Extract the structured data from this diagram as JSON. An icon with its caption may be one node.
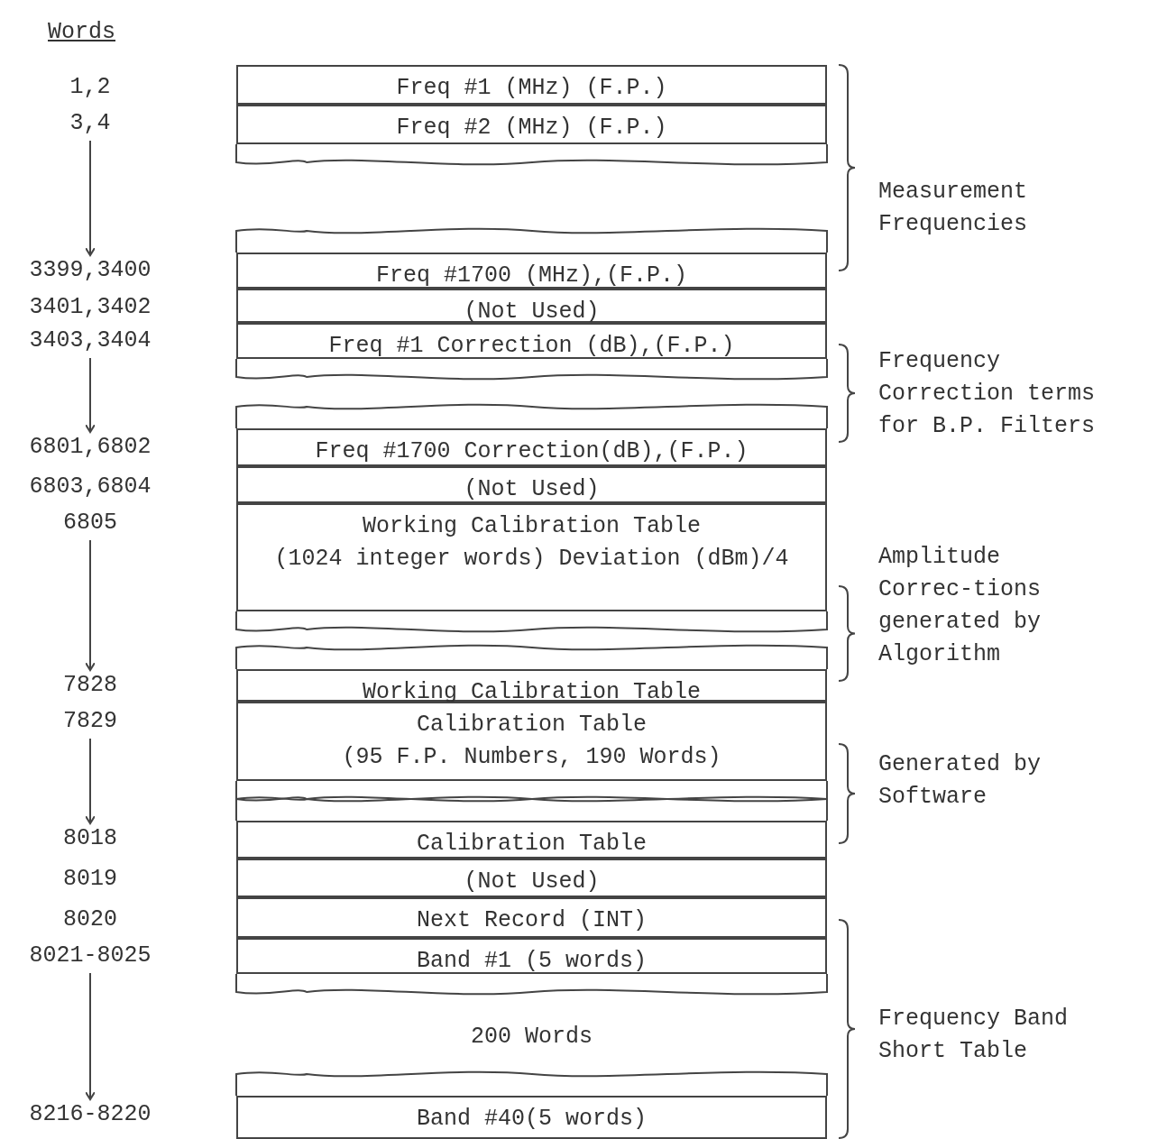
{
  "diagram": {
    "nodes": [
      {
        "text": [
          "Freq #1 (MHz) (F.P.)"
        ]
      },
      {
        "text": [
          "3,4"
        ]
      },
      {
        "text": [
          "Freq #2 (MHz) (F.P.)"
        ]
      },
      {
        "text": [
          "3399,3400"
        ]
      },
      {
        "text": [
          "Freq #1700 (MHz),(F.P.)"
        ]
      },
      {
        "text": [
          "(Not Used)"
        ]
      },
      {
        "text": [
          "3403,3404"
        ]
      },
      {
        "text": [
          "Freq #1 Correction (dB),(F.P.)"
        ]
      },
      {
        "text": [
          "6801,6802"
        ]
      },
      {
        "text": [
          "Freq #1700 Correction(dB),(F.P.)"
        ]
      },
      {
        "text": [
          "(Not Used)"
        ]
      },
      {
        "text": [
          "6805"
        ]
      },
      {
        "text": [
          "Working Calibration Table",
          "(1024 integer words) Deviation (dBm)/4"
        ]
      },
      {
        "text": [
          "7828"
        ]
      },
      {
        "text": [
          "Working Calibration Table"
        ]
      },
      {
        "text": [
          "7829"
        ]
      },
      {
        "text": [
          "Calibration Table",
          "(95 F.P. Numbers, 190 Words)"
        ]
      },
      {
        "text": [
          "8018"
        ]
      },
      {
        "text": [
          "Calibration Table"
        ]
      },
      {
        "text": [
          "(Not Used)"
        ]
      },
      {
        "text": [
          "Next Record (INT)"
        ]
      },
      {
        "text": [
          "8021-8025"
        ]
      },
      {
        "text": [
          "Band #1 (5 words)"
        ]
      },
      {
        "text": [
          "8216-8220"
        ]
      },
      {
        "text": [
          "Band #40(5 words)"
        ]
      }
    ],
    "edges": [
      {
        "from": 1,
        "to": 3,
        "arrow": "to"
      },
      {
        "from": 6,
        "to": 8,
        "arrow": "to"
      },
      {
        "from": 11,
        "to": 13,
        "arrow": "to"
      },
      {
        "from": 15,
        "to": 17,
        "arrow": "to"
      },
      {
        "from": 21,
        "to": 23,
        "arrow": "to"
      }
    ],
    "labels": [
      "Words",
      "1,2",
      "Measurement Frequencies",
      "3401,3402",
      "Frequency Correction terms for B.P. Filters",
      "6803,6804",
      "Amplitude Correc-tions generated by Algorithm",
      "Generated by Software",
      "8019",
      "8020",
      "200 Words",
      "Frequency Band Short Table"
    ]
  }
}
